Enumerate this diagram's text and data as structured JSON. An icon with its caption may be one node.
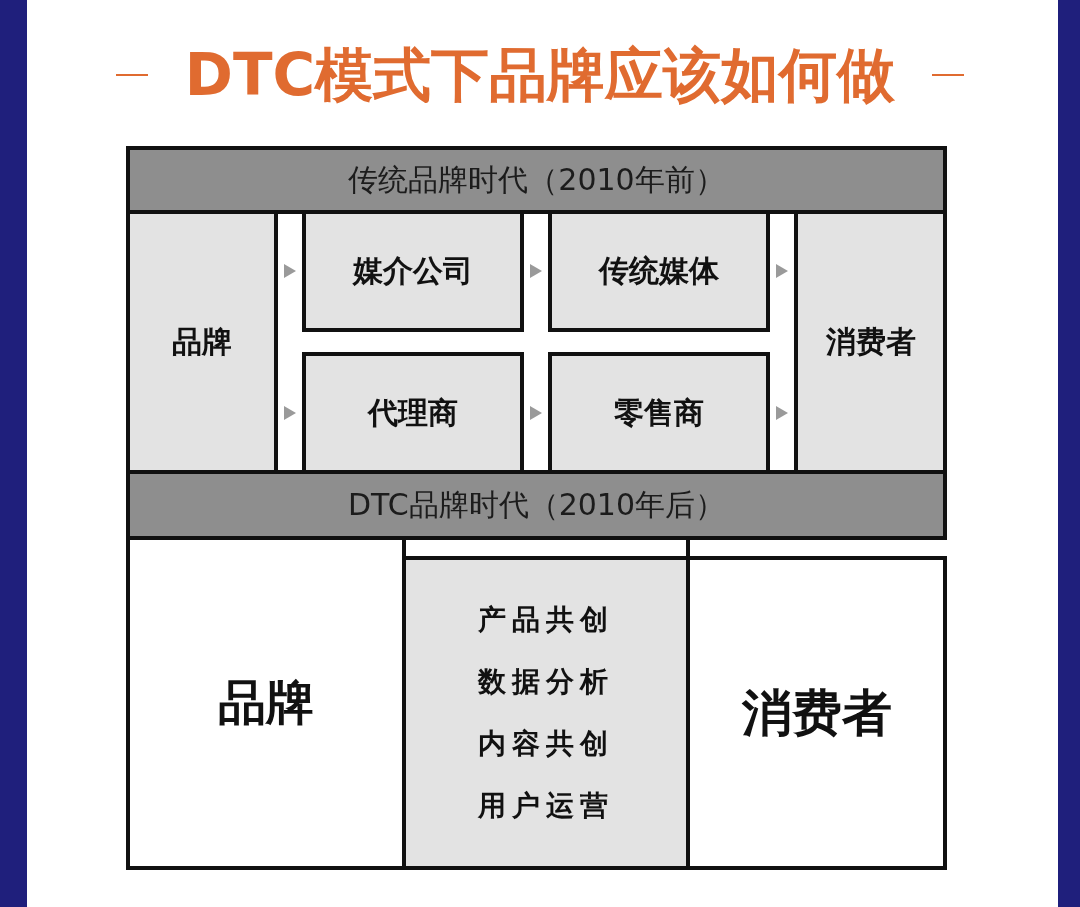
{
  "diagram": {
    "title": "DTC模式下品牌应该如何做",
    "nodes": [
      {
        "text": [
          "传统品牌时代（2010年前）"
        ]
      },
      {
        "text": [
          "品牌"
        ]
      },
      {
        "text": [
          "媒介公司"
        ]
      },
      {
        "text": [
          "传统媒体"
        ]
      },
      {
        "text": [
          "消费者"
        ]
      },
      {
        "text": [
          "代理商"
        ]
      },
      {
        "text": [
          "零售商"
        ]
      },
      {
        "text": [
          "DTC品牌时代（2010年后）"
        ]
      },
      {
        "text": [
          "品牌"
        ]
      },
      {
        "text": [
          "产品共创",
          "数据分析",
          "内容共创",
          "用户运营"
        ]
      },
      {
        "text": [
          "消费者"
        ]
      }
    ],
    "edges": [
      {
        "from": 1,
        "to": 2,
        "arrow": "to"
      },
      {
        "from": 2,
        "to": 3,
        "arrow": "to"
      },
      {
        "from": 3,
        "to": 4,
        "arrow": "to"
      },
      {
        "from": 1,
        "to": 5,
        "arrow": "to"
      },
      {
        "from": 5,
        "to": 6,
        "arrow": "to"
      },
      {
        "from": 6,
        "to": 4,
        "arrow": "to"
      }
    ]
  }
}
